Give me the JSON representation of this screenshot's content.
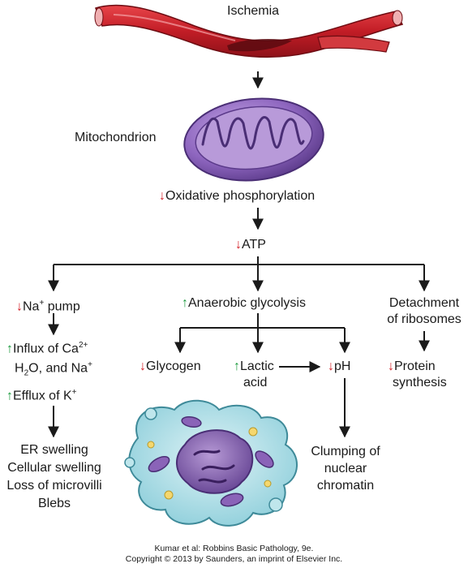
{
  "title": "Ischemia",
  "mitochondrion": "Mitochondrion",
  "oxphos": "Oxidative phosphorylation",
  "atp": "ATP",
  "na_pump": "Na",
  "na_pump_sup": "+",
  "na_pump_rest": " pump",
  "anaerobic": "Anaerobic glycolysis",
  "detachment": [
    "Detachment",
    "of ribosomes"
  ],
  "influx": {
    "pre": "Influx of Ca",
    "sup": "2+",
    "line2_a": "H",
    "line2_sub": "2",
    "line2_b": "O, and Na",
    "line2_sup": "+"
  },
  "efflux": {
    "pre": "Efflux of K",
    "sup": "+"
  },
  "glycogen": "Glycogen",
  "lactic": [
    "Lactic",
    "acid"
  ],
  "ph": "pH",
  "protein": [
    "Protein",
    "synthesis"
  ],
  "er_outcomes": [
    "ER swelling",
    "Cellular swelling",
    "Loss of microvilli",
    "Blebs"
  ],
  "clumping": [
    "Clumping of",
    "nuclear",
    "chromatin"
  ],
  "credit": [
    "Kumar et al: Robbins Basic Pathology, 9e.",
    "Copyright © 2013  by Saunders, an imprint of Elsevier Inc."
  ],
  "colors": {
    "up": "#1a9a3c",
    "down": "#d42027",
    "vessel": "#c8202a",
    "mito": "#8a63b8",
    "cell": "#a8dbe3"
  }
}
